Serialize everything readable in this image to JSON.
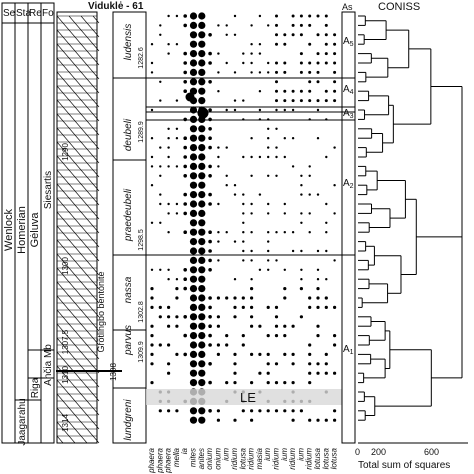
{
  "header": {
    "strat_cols": [
      "Se",
      "Sta",
      "Re",
      "Fo"
    ],
    "well": "Viduklė - 61",
    "assemblage_header": "As",
    "coniss_title": "CONISS"
  },
  "stratigraphy": {
    "series": "Wenlock",
    "stage": "Homerian",
    "regional_stage": [
      "Gėluva",
      "Jaagarahu"
    ],
    "formations": [
      "Siesartis",
      "Riga",
      "Ančia Mb"
    ]
  },
  "depths": [
    "1290",
    "1300",
    "1307.5",
    "1310",
    "1314"
  ],
  "biozones": [
    {
      "name": "ludensis",
      "depth": "1282.6"
    },
    {
      "name": "deubeli",
      "depth": "1289.9"
    },
    {
      "name": "praedeubeli",
      "depth": "1298.5"
    },
    {
      "name": "nassa",
      "depth": "1302.8"
    },
    {
      "name": "parvus",
      "depth": "1309.9"
    },
    {
      "name": "lundgreni",
      "depth": ""
    }
  ],
  "bentonite_label": "Grötlingbo bentonite",
  "bentonite_depth": "1308",
  "event_label": "LE",
  "assemblages": [
    "A5",
    "A4",
    "A3",
    "A2",
    "A1"
  ],
  "taxa_suffixes": [
    "phaera",
    "phaera",
    "phaera",
    "mella",
    "ia",
    "mites",
    "anites",
    "onium",
    "onium",
    "ium",
    "ridium",
    "lotusa",
    "ridium",
    "masia",
    "ium",
    "ridium",
    "ium",
    "ridium",
    "ium",
    "ridium",
    "lotusa",
    "lotusa",
    "lotusa"
  ],
  "coniss": {
    "xlabel": "Total sum of squares",
    "ticks": [
      "0",
      "200",
      "600"
    ]
  },
  "colors": {
    "ink": "#000000",
    "event_band": "#d8d8d8",
    "lith_fill": "#ffffff"
  }
}
